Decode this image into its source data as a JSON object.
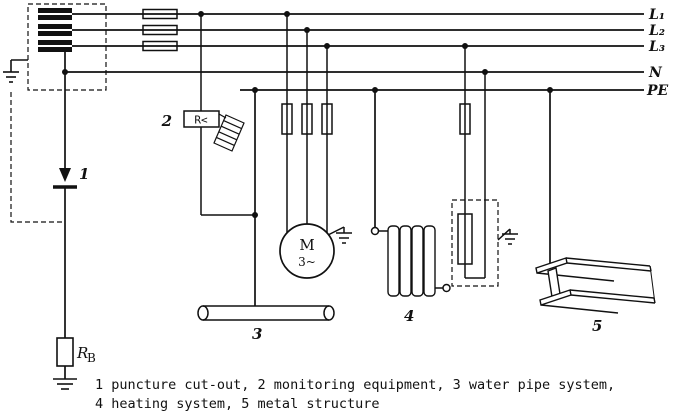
{
  "diagram": {
    "supply_labels": {
      "l1": "L₁",
      "l2": "L₂",
      "l3": "L₃",
      "n": "N",
      "pe": "PE"
    },
    "components": {
      "monitor_text": "R<",
      "motor_letter": "M",
      "motor_type": "3~",
      "rb_main": "R",
      "rb_sub": "B"
    },
    "numbers": {
      "n1": "1",
      "n2": "2",
      "n3": "3",
      "n4": "4",
      "n5": "5"
    },
    "caption": {
      "line1": "1 puncture cut-out, 2 monitoring equipment, 3 water pipe system,",
      "line2": "4 heating system, 5 metal structure"
    },
    "colors": {
      "line": "#111111",
      "background": "#ffffff"
    }
  }
}
